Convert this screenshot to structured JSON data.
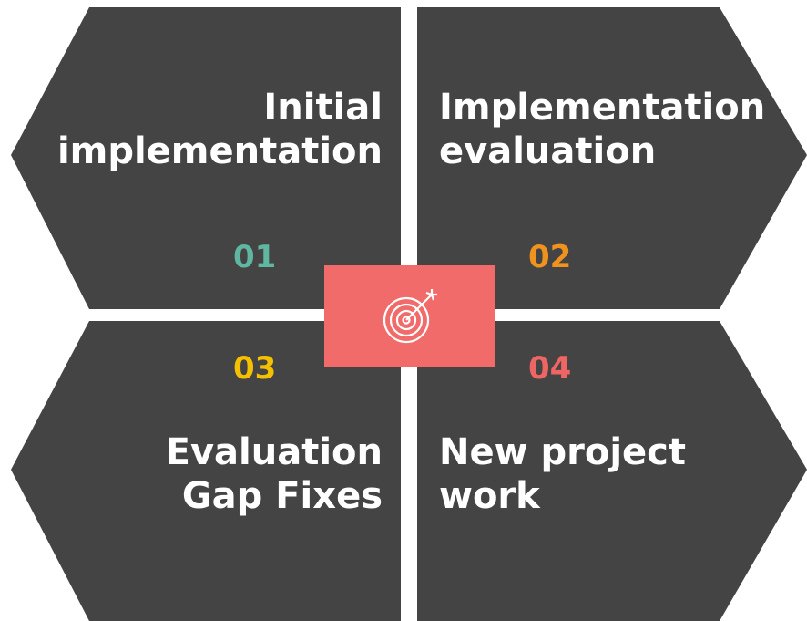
{
  "quadrants": [
    {
      "number": "01",
      "title": "Initial implementation",
      "number_color": "#5fb7a2"
    },
    {
      "number": "02",
      "title": "Implementation evaluation",
      "number_color": "#f0921e"
    },
    {
      "number": "03",
      "title": "Evaluation Gap Fixes",
      "number_color": "#f5c000"
    },
    {
      "number": "04",
      "title": "New project work",
      "number_color": "#ee6563"
    }
  ],
  "center": {
    "icon": "target-icon",
    "color": "#f26b6b"
  },
  "colors": {
    "shape": "#444444",
    "text": "#ffffff"
  }
}
